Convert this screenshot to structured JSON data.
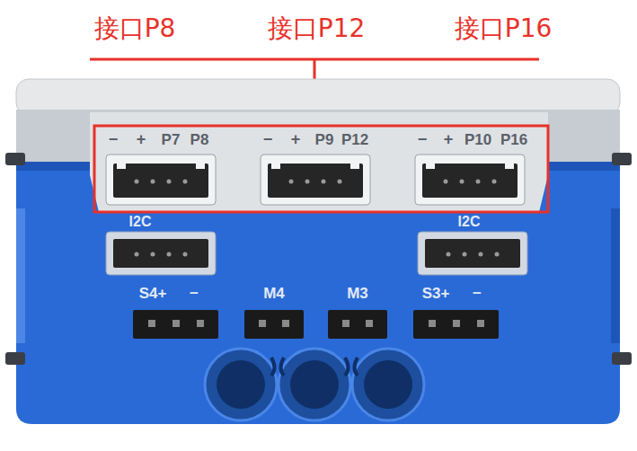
{
  "diagram": {
    "labels": [
      "接口P8",
      "接口P12",
      "接口P16",
      "−",
      "+",
      "P7",
      "P8",
      "−",
      "+",
      "P9",
      "P12",
      "−",
      "+",
      "P10",
      "P16",
      "I2C",
      "I2C",
      "S4+",
      "−",
      "M4",
      "M3",
      "S3+",
      "−"
    ]
  }
}
